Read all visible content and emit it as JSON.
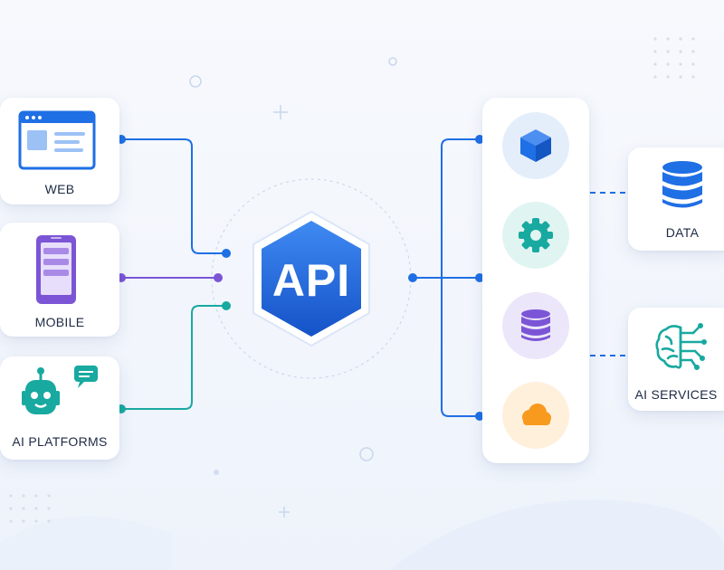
{
  "hub": {
    "label": "API"
  },
  "clients": [
    {
      "label": "WEB",
      "icon": "browser-window-icon"
    },
    {
      "label": "MOBILE",
      "icon": "smartphone-icon"
    },
    {
      "label": "AI PLATFORMS",
      "icon": "robot-chat-icon"
    }
  ],
  "services": [
    {
      "icon": "cube-icon",
      "color": "#1f6fe5",
      "bg": "#e4eefb"
    },
    {
      "icon": "gear-icon",
      "color": "#18a9a0",
      "bg": "#e0f5f2"
    },
    {
      "icon": "database-icon",
      "color": "#7b55d6",
      "bg": "#ece6fa"
    },
    {
      "icon": "cloud-icon",
      "color": "#f79a1e",
      "bg": "#fff0dc"
    }
  ],
  "destinations": [
    {
      "label": "DATA",
      "icon": "database-icon"
    },
    {
      "label": "AI SERVICES",
      "icon": "ai-brain-icon"
    }
  ],
  "colors": {
    "primary_blue": "#1f6fe5",
    "purple": "#7b55d6",
    "teal": "#18a9a0",
    "orange": "#f79a1e",
    "text": "#1d2a44"
  }
}
